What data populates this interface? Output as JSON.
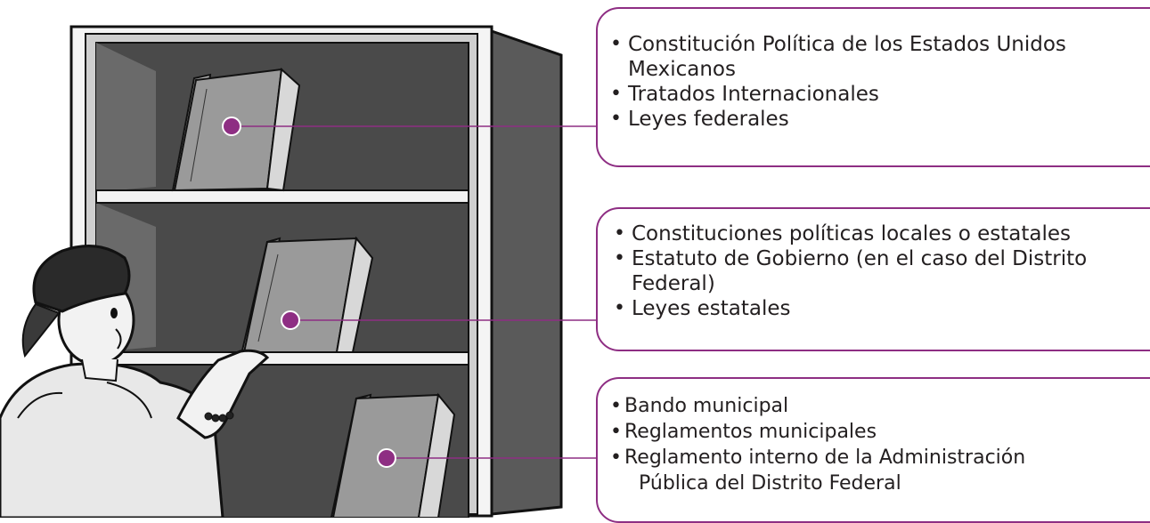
{
  "callouts": [
    {
      "items": [
        "Constitución Política de los Estados Unidos Mexicanos",
        "Tratados Internacionales",
        "Leyes federales"
      ]
    },
    {
      "items": [
        "Constituciones políticas locales o estatales",
        "Estatuto de Gobierno (en el caso del Distrito Federal)",
        "Leyes estatales"
      ]
    },
    {
      "items": [
        "Bando municipal",
        "Reglamentos municipales",
        "Reglamento interno de la Administración",
        "Pública del Distrito Federal"
      ]
    }
  ],
  "colors": {
    "accent": "#8e2e83",
    "shelf_interior": "#4a4a4a",
    "book": "#9a9a9a",
    "text": "#231f20"
  }
}
